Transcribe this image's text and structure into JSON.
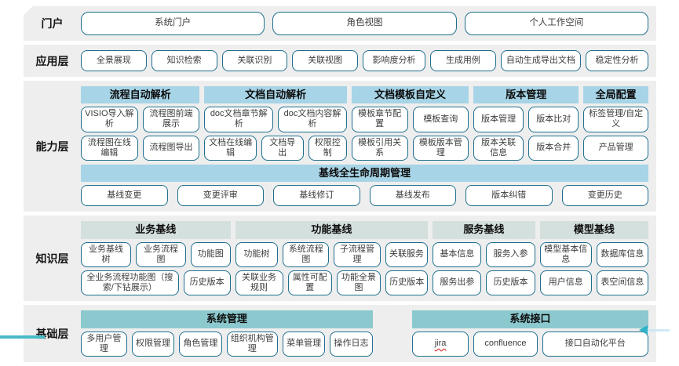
{
  "colors": {
    "band_bg": "#eeeeee",
    "capability_header_bg": "#a7d4e6",
    "knowledge_header_bg": "#d4e0de",
    "foundation_header_bg": "#8cc9cf",
    "button_border": "#1f6f8e",
    "accent_teal": "#2fb3c8"
  },
  "portal": {
    "label": "门户",
    "buttons": [
      "系统门户",
      "角色视图",
      "个人工作空间"
    ]
  },
  "application": {
    "label": "应用层",
    "buttons": [
      "全景展现",
      "知识检索",
      "关联识别",
      "关联视图",
      "影响度分析",
      "生成用例",
      "自动生成导出文档",
      "稳定性分析"
    ]
  },
  "capability": {
    "label": "能力层",
    "groups": [
      {
        "title": "流程自动解析",
        "row1": [
          "VISIO导入解析",
          "流程图前端展示"
        ],
        "row2": [
          "流程图在线编辑",
          "流程图导出"
        ]
      },
      {
        "title": "文档自动解析",
        "row1": [
          "doc文档章节解析",
          "doc文档内容解析"
        ],
        "row2": [
          "文档在线编辑",
          "文档导出",
          "权限控制"
        ]
      },
      {
        "title": "文档模板自定义",
        "row1": [
          "模板章节配置",
          "模板查询"
        ],
        "row2": [
          "模板引用关系",
          "模板版本管理"
        ]
      },
      {
        "title": "版本管理",
        "row1": [
          "版本管理",
          "版本比对"
        ],
        "row2": [
          "版本关联信息",
          "版本合并"
        ]
      },
      {
        "title": "全局配置",
        "row1": [
          "标签管理/自定义"
        ],
        "row2": [
          "产品管理"
        ]
      }
    ],
    "baseline": {
      "title": "基线全生命周期管理",
      "buttons": [
        "基线变更",
        "变更评审",
        "基线修订",
        "基线发布",
        "版本纠错",
        "变更历史"
      ]
    }
  },
  "knowledge": {
    "label": "知识层",
    "groups": [
      {
        "title": "业务基线",
        "row1": [
          "业务基线树",
          "业务流程图",
          "功能图"
        ],
        "row2": [
          "全业务流程功能图（搜索/下钻展示）",
          "历史版本"
        ]
      },
      {
        "title": "功能基线",
        "row1": [
          "功能树",
          "系统流程图",
          "子流程管理",
          "关联服务"
        ],
        "row2": [
          "关联业务规则",
          "属性可配置",
          "功能全景图",
          "历史版本"
        ]
      },
      {
        "title": "服务基线",
        "row1": [
          "基本信息",
          "服务入参"
        ],
        "row2": [
          "服务出参",
          "历史版本"
        ]
      },
      {
        "title": "模型基线",
        "row1": [
          "模型基本信息",
          "数据库信息"
        ],
        "row2": [
          "用户信息",
          "表空间信息"
        ]
      }
    ]
  },
  "foundation": {
    "label": "基础层",
    "groups": [
      {
        "title": "系统管理",
        "buttons": [
          "多用户管理",
          "权限管理",
          "角色管理",
          "组织机构管理",
          "菜单管理",
          "操作日志"
        ]
      },
      {
        "title": "系统接口",
        "buttons": [
          "jira",
          "confluence",
          "接口自动化平台"
        ]
      }
    ]
  }
}
